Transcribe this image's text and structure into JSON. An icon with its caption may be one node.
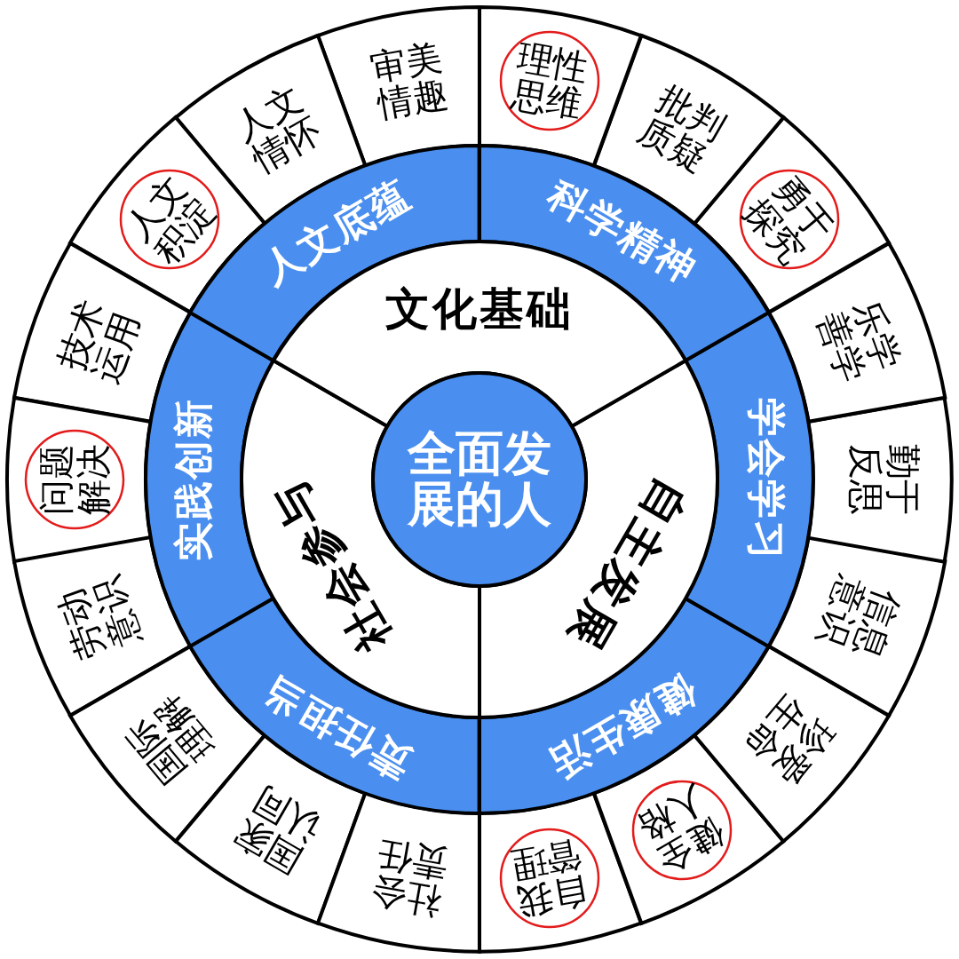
{
  "diagram": {
    "nodes": [
      {
        "text": [
          "全面发展的人"
        ]
      },
      {
        "text": [
          "文化基础"
        ]
      },
      {
        "text": [
          "自主发展"
        ]
      },
      {
        "text": [
          "社会参与"
        ]
      },
      {
        "text": [
          "人文底蕴"
        ]
      },
      {
        "text": [
          "科学精神"
        ]
      },
      {
        "text": [
          "学会学习"
        ]
      },
      {
        "text": [
          "健康生活"
        ]
      },
      {
        "text": [
          "责任担当"
        ]
      },
      {
        "text": [
          "实践创新"
        ]
      },
      {
        "text": [
          "理性思维"
        ]
      },
      {
        "text": [
          "批判质疑"
        ]
      },
      {
        "text": [
          "勇于探究"
        ]
      },
      {
        "text": [
          "乐学善学"
        ]
      },
      {
        "text": [
          "勤于反思"
        ]
      },
      {
        "text": [
          "信息意识"
        ]
      },
      {
        "text": [
          "珍爱生命"
        ]
      },
      {
        "text": [
          "健全人格"
        ]
      },
      {
        "text": [
          "自我管理"
        ]
      },
      {
        "text": [
          "社会责任"
        ]
      },
      {
        "text": [
          "国家认同"
        ]
      },
      {
        "text": [
          "国际理解"
        ]
      },
      {
        "text": [
          "劳动意识"
        ]
      },
      {
        "text": [
          "问题解决"
        ]
      },
      {
        "text": [
          "技术运用"
        ]
      },
      {
        "text": [
          "人文积淀"
        ]
      },
      {
        "text": [
          "人文情怀"
        ]
      },
      {
        "text": [
          "审美情趣"
        ]
      }
    ]
  }
}
